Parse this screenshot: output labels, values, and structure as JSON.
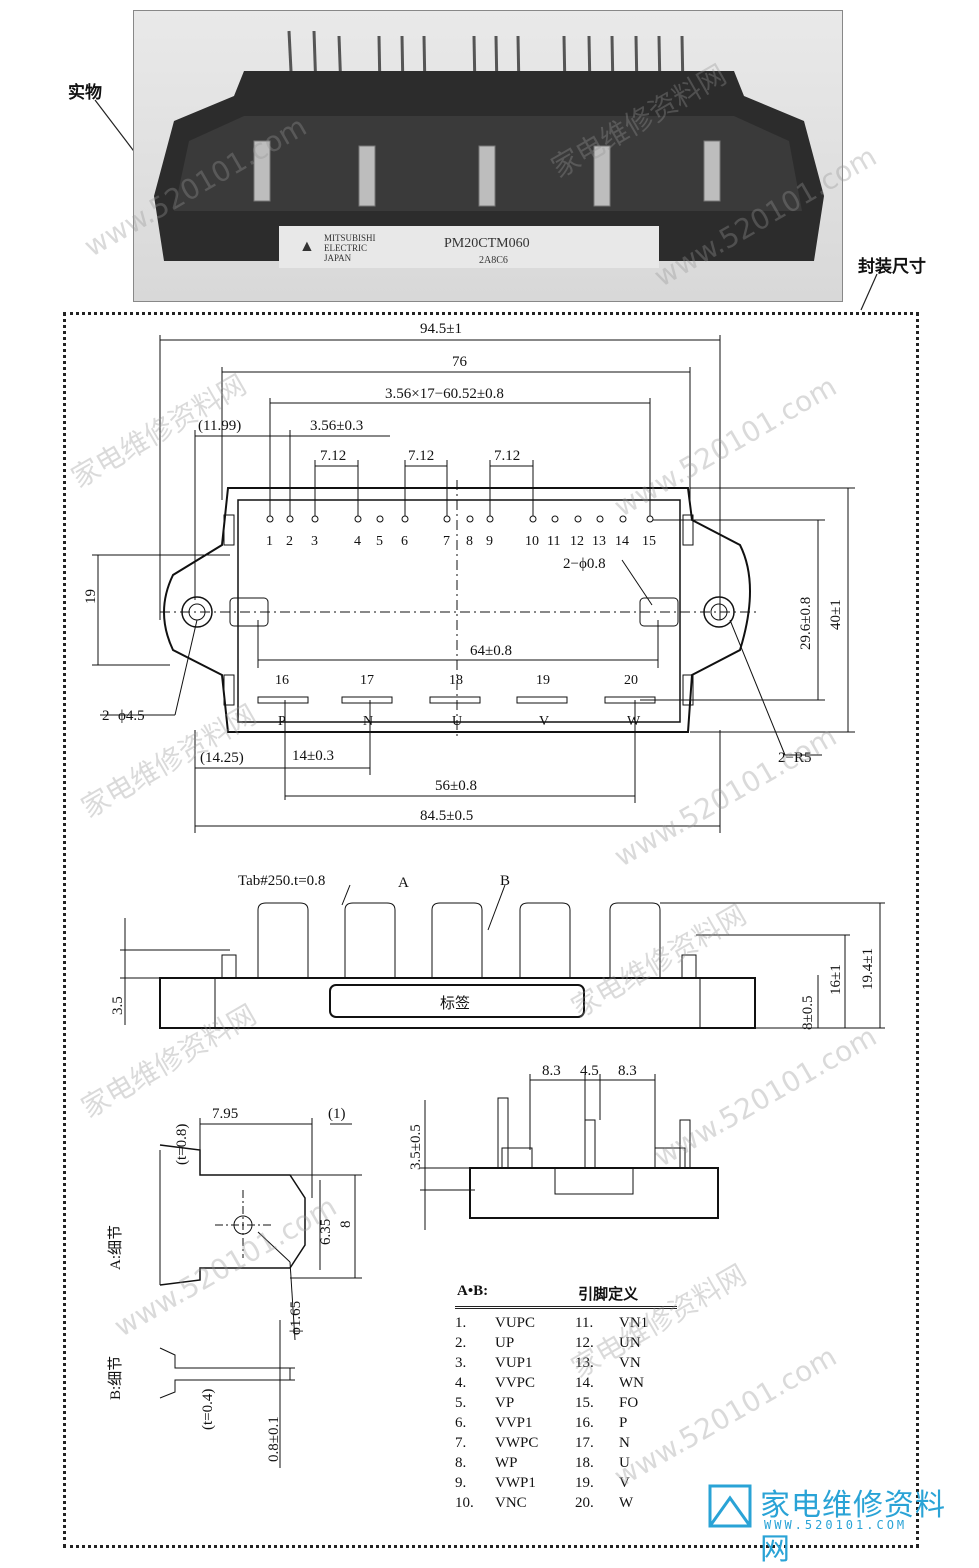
{
  "labels": {
    "photo": "实物",
    "package": "封装尺寸"
  },
  "photo": {
    "brand_line1": "MITSUBISHI",
    "brand_line2": "ELECTRIC",
    "brand_line3": "JAPAN",
    "model": "PM20CTM060",
    "code": "2A8C6"
  },
  "top_view": {
    "dim_overall": "94.5±1",
    "dim_76": "76",
    "dim_pitch": "3.56×17−60.52±0.8",
    "dim_11_99": "(11.99)",
    "dim_3_56": "3.56±0.3",
    "dim_7_12_a": "7.12",
    "dim_7_12_b": "7.12",
    "dim_7_12_c": "7.12",
    "dim_19": "19",
    "dim_phi08": "2−ϕ0.8",
    "dim_29_6": "29.6±0.8",
    "dim_40": "40±1",
    "dim_64": "64±0.8",
    "dim_phi45": "2−ϕ4.5",
    "dim_14_25": "(14.25)",
    "dim_14": "14±0.3",
    "dim_56": "56±0.8",
    "dim_84_5": "84.5±0.5",
    "dim_r5": "2−R5",
    "pins_top": [
      "1",
      "2",
      "3",
      "4",
      "5",
      "6",
      "7",
      "8",
      "9",
      "10",
      "11",
      "12",
      "13",
      "14",
      "15"
    ],
    "pins_bottom": [
      "16",
      "17",
      "18",
      "19",
      "20"
    ],
    "pins_bottom_names": [
      "P",
      "N",
      "U",
      "V",
      "W"
    ]
  },
  "side_view": {
    "tab": "Tab#250.t=0.8",
    "marker_a": "A",
    "marker_b": "B",
    "label": "标签",
    "dim_3_5": "3.5",
    "dim_16": "16±1",
    "dim_19_4": "19.4±1",
    "dim_8": "8±0.5"
  },
  "end_view": {
    "dim_8_3a": "8.3",
    "dim_4_5": "4.5",
    "dim_8_3b": "8.3",
    "dim_3_5": "3.5±0.5"
  },
  "detail_a": {
    "title": "A:细节",
    "dim_7_95": "7.95",
    "dim_1": "(1)",
    "dim_t": "(t=0.8)",
    "dim_6_35": "6.35",
    "dim_8": "8",
    "dim_phi165": "ϕ1.65"
  },
  "detail_b": {
    "title": "B:细节",
    "dim_t": "(t=0.4)",
    "dim_0_8": "0.8±0.1"
  },
  "pin_table": {
    "head_left": "A•B:",
    "head_right": "引脚定义",
    "rows": [
      [
        "1.",
        "VUPC",
        "11.",
        "VN1"
      ],
      [
        "2.",
        "UP",
        "12.",
        "UN"
      ],
      [
        "3.",
        "VUP1",
        "13.",
        "VN"
      ],
      [
        "4.",
        "VVPC",
        "14.",
        "WN"
      ],
      [
        "5.",
        "VP",
        "15.",
        "FO"
      ],
      [
        "6.",
        "VVP1",
        "16.",
        "P"
      ],
      [
        "7.",
        "VWPC",
        "17.",
        "N"
      ],
      [
        "8.",
        "WP",
        "18.",
        "U"
      ],
      [
        "9.",
        "VWP1",
        "19.",
        "V"
      ],
      [
        "10.",
        "VNC",
        "20.",
        "W"
      ]
    ]
  },
  "logo": {
    "text": "家电维修资料网",
    "url": "WWW.520101.COM"
  },
  "watermarks": [
    "家电维修资料网",
    "www.520101.com"
  ]
}
